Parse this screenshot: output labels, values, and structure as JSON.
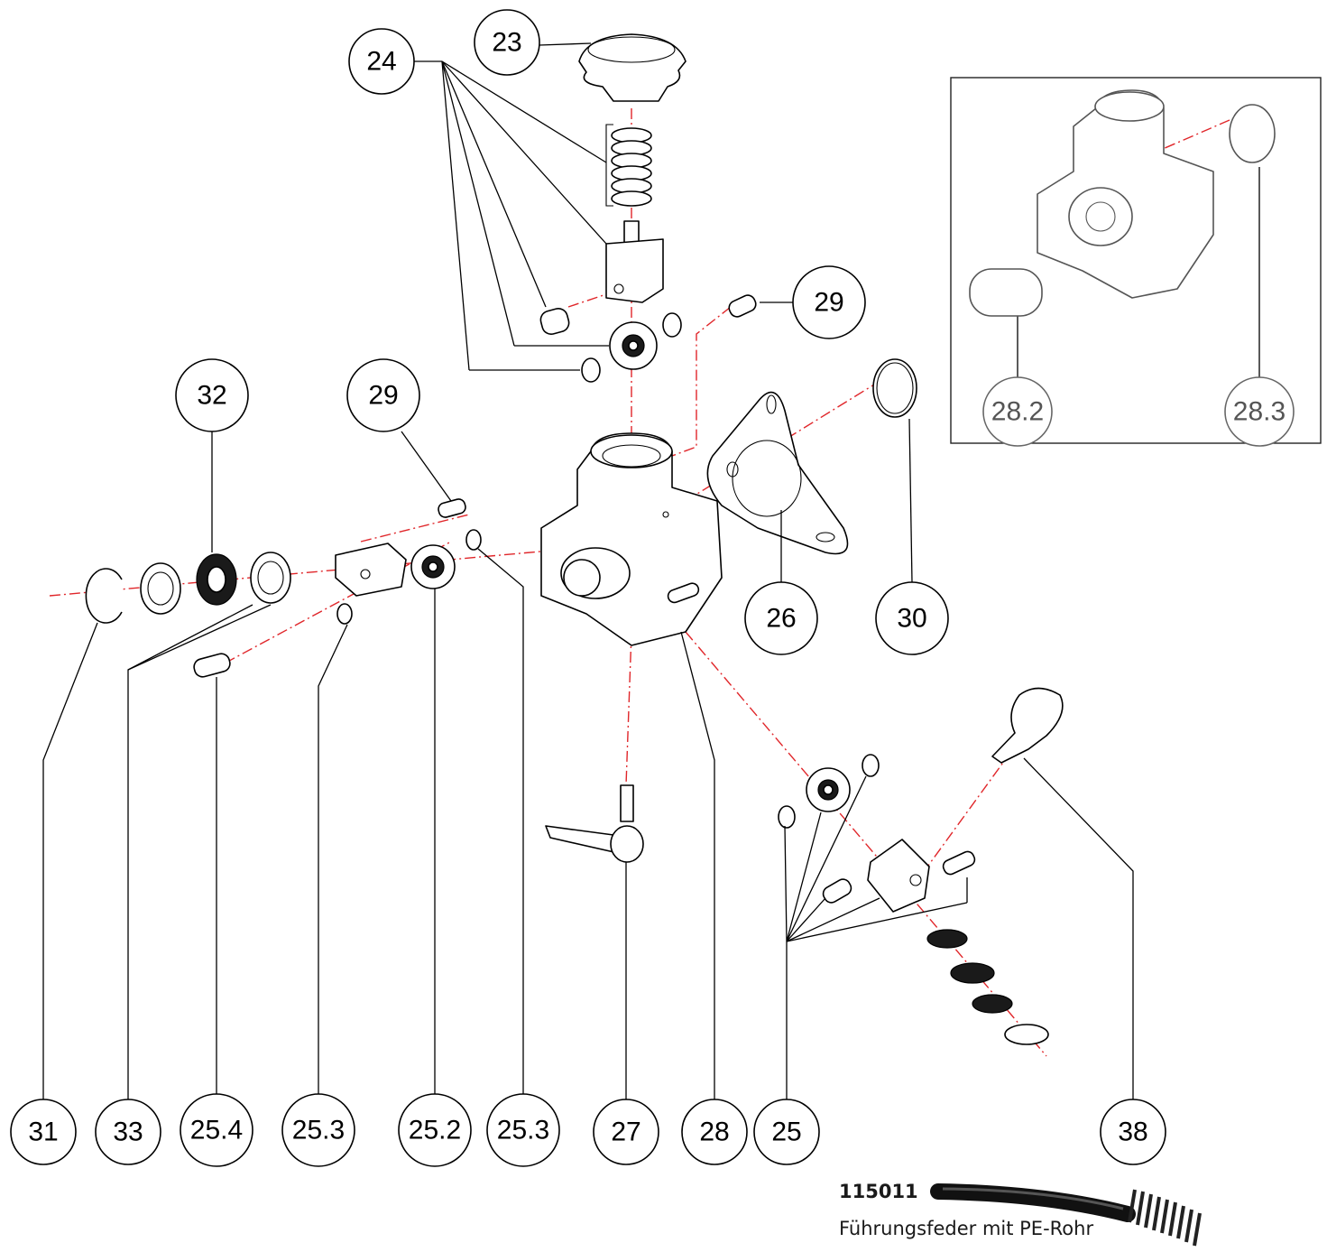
{
  "callouts": [
    {
      "id": "c23",
      "label": "23"
    },
    {
      "id": "c24",
      "label": "24"
    },
    {
      "id": "c29a",
      "label": "29"
    },
    {
      "id": "c32",
      "label": "32"
    },
    {
      "id": "c29b",
      "label": "29"
    },
    {
      "id": "c26",
      "label": "26"
    },
    {
      "id": "c30",
      "label": "30"
    },
    {
      "id": "c31",
      "label": "31"
    },
    {
      "id": "c33",
      "label": "33"
    },
    {
      "id": "c254",
      "label": "25.4"
    },
    {
      "id": "c253a",
      "label": "25.3"
    },
    {
      "id": "c252",
      "label": "25.2"
    },
    {
      "id": "c253b",
      "label": "25.3"
    },
    {
      "id": "c27",
      "label": "27"
    },
    {
      "id": "c28",
      "label": "28"
    },
    {
      "id": "c25",
      "label": "25"
    },
    {
      "id": "c38",
      "label": "38"
    },
    {
      "id": "c282",
      "label": "28.2"
    },
    {
      "id": "c283",
      "label": "28.3"
    }
  ],
  "product": {
    "code": "115011",
    "description": "Führungsfeder mit PE-Rohr"
  },
  "colors": {
    "axis": "#e0262a",
    "line": "#000000",
    "inset_label": "#555555"
  }
}
